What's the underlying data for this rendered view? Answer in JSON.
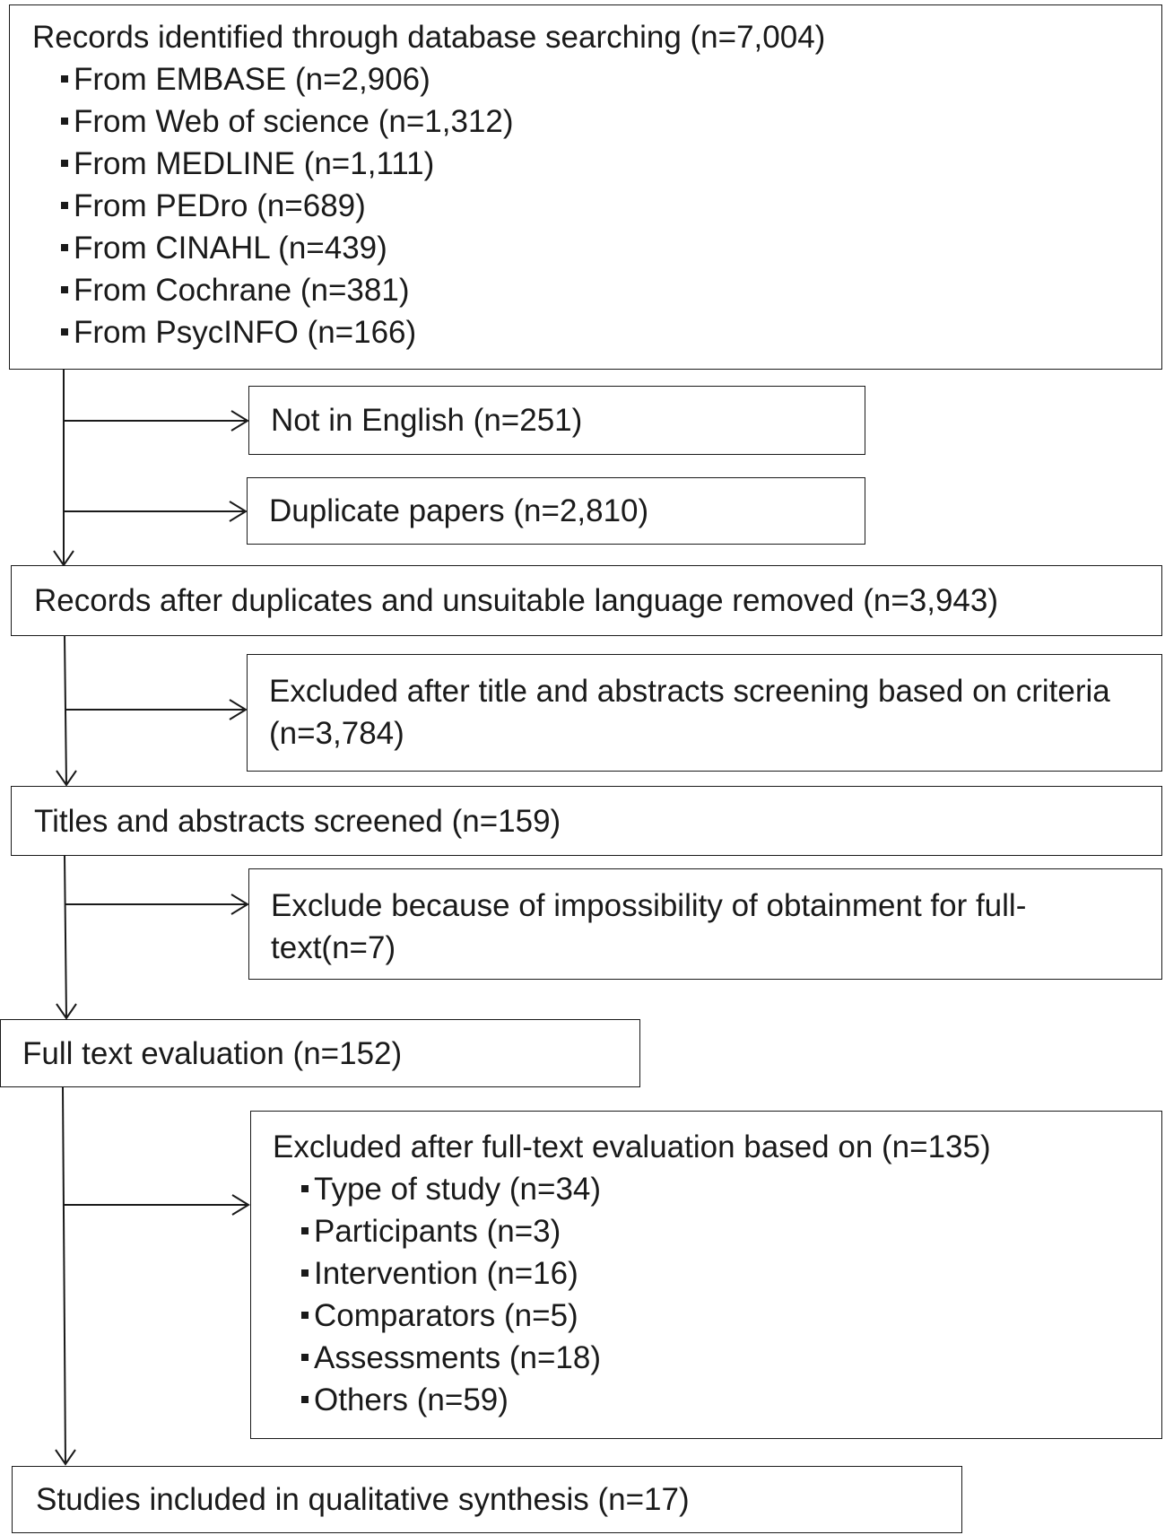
{
  "flow": {
    "identification": {
      "title": "Records identified through database searching (n=7,004)",
      "sources": [
        "From EMBASE (n=2,906)",
        "From Web of science (n=1,312)",
        "From MEDLINE (n=1,111)",
        "From PEDro (n=689)",
        "From CINAHL (n=439)",
        "From Cochrane (n=381)",
        "From PsycINFO (n=166)"
      ]
    },
    "excluded_language": "Not in English (n=251)",
    "excluded_duplicates": "Duplicate papers (n=2,810)",
    "records_after_removal": "Records after duplicates and unsuitable language removed (n=3,943)",
    "excluded_title_abstract": "Excluded after title and abstracts screening based on criteria (n=3,784)",
    "screened": "Titles and abstracts screened (n=159)",
    "excluded_fulltext_unavailable": "Exclude because of impossibility of obtainment for full-text(n=7)",
    "fulltext_evaluation": "Full text evaluation (n=152)",
    "excluded_fulltext": {
      "title": "Excluded after full-text evaluation based on (n=135)",
      "reasons": [
        "Type of study (n=34)",
        "Participants (n=3)",
        "Intervention (n=16)",
        "Comparators (n=5)",
        "Assessments (n=18)",
        "Others (n=59)"
      ]
    },
    "included": "Studies included in qualitative synthesis (n=17)"
  }
}
